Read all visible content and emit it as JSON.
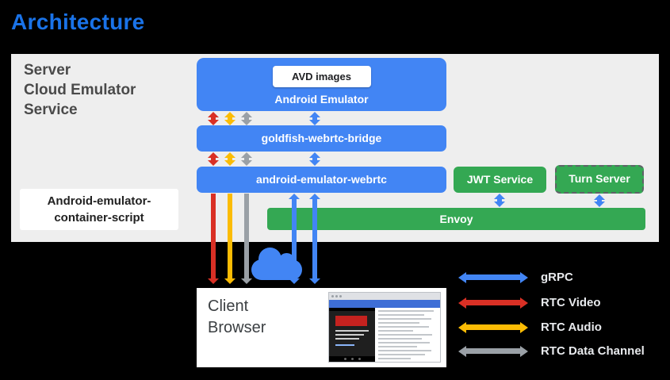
{
  "title": "Architecture",
  "server": {
    "line1": "Server",
    "line2": "Cloud Emulator",
    "line3": "Service"
  },
  "nodes": {
    "avd_images": "AVD images",
    "android_emulator": "Android Emulator",
    "goldfish_webrtc_bridge": "goldfish-webrtc-bridge",
    "android_emulator_webrtc": "android-emulator-webrtc",
    "jwt_service": "JWT Service",
    "turn_server": "Turn Server",
    "envoy": "Envoy"
  },
  "container_script": {
    "line1": "Android-emulator-",
    "line2": "container-script"
  },
  "client": {
    "line1": "Client",
    "line2": "Browser"
  },
  "legend": {
    "grpc": "gRPC",
    "rtc_video": "RTC Video",
    "rtc_audio": "RTC Audio",
    "rtc_data": "RTC Data Channel"
  },
  "colors": {
    "background": "#000000",
    "title_blue": "#1A73E8",
    "box_blue": "#4285F4",
    "box_green": "#34A853",
    "arrow_red": "#D93025",
    "arrow_yellow": "#FBBC04",
    "arrow_gray": "#9AA0A6",
    "arrow_blue": "#4285F4",
    "server_panel_gray": "#EEEEEE"
  }
}
